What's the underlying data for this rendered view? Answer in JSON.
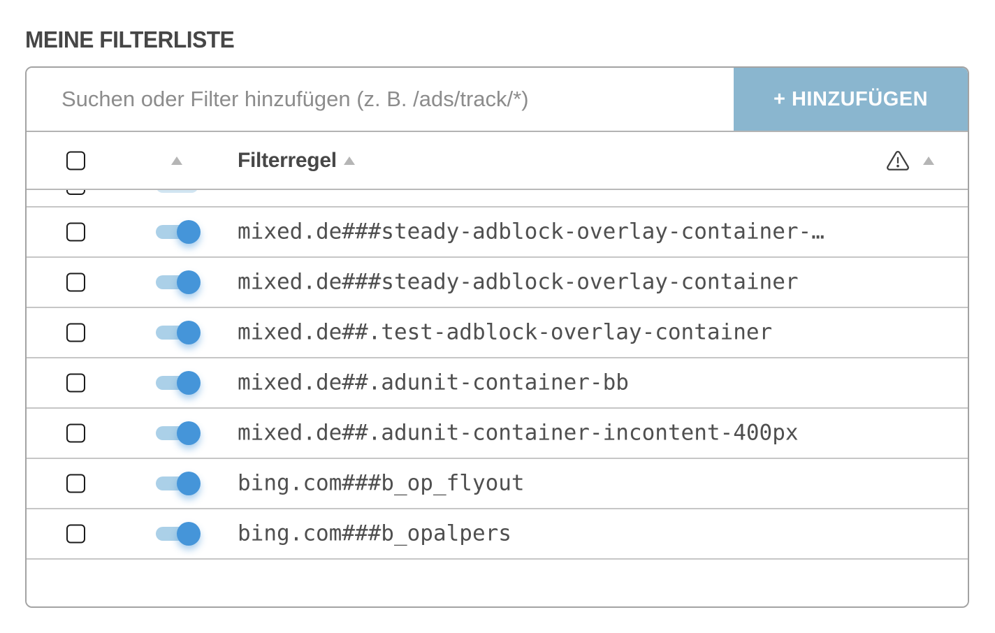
{
  "page": {
    "title": "MEINE FILTERLISTE"
  },
  "search": {
    "placeholder": "Suchen oder Filter hinzufügen (z. B. /ads/track/*)",
    "value": ""
  },
  "add_button": {
    "label": "+ HINZUFÜGEN"
  },
  "table": {
    "header": {
      "select_all_checked": false,
      "rule_label": "Filterregel",
      "warning_icon": "warning-triangle-icon",
      "sort_icons": "sort-up-arrow"
    },
    "rows": [
      {
        "text": "mixed.de###steady-adblock-overlay-container-…",
        "enabled": true,
        "checked": false
      },
      {
        "text": "mixed.de###steady-adblock-overlay-container",
        "enabled": true,
        "checked": false
      },
      {
        "text": "mixed.de##.test-adblock-overlay-container",
        "enabled": true,
        "checked": false
      },
      {
        "text": "mixed.de##.adunit-container-bb",
        "enabled": true,
        "checked": false
      },
      {
        "text": "mixed.de##.adunit-container-incontent-400px",
        "enabled": true,
        "checked": false
      },
      {
        "text": "bing.com###b_op_flyout",
        "enabled": true,
        "checked": false
      },
      {
        "text": "bing.com###b_opalpers",
        "enabled": true,
        "checked": false
      }
    ]
  },
  "colors": {
    "accent_blue": "#4595d9",
    "toggle_track": "#abd0e8",
    "button_blue": "#8ab6cf",
    "panel_border": "#a3a3a3",
    "row_border": "#c6c6c6",
    "heading_text": "#464646",
    "rule_text": "#4f4f4f",
    "placeholder_text": "#8c8c8c"
  }
}
